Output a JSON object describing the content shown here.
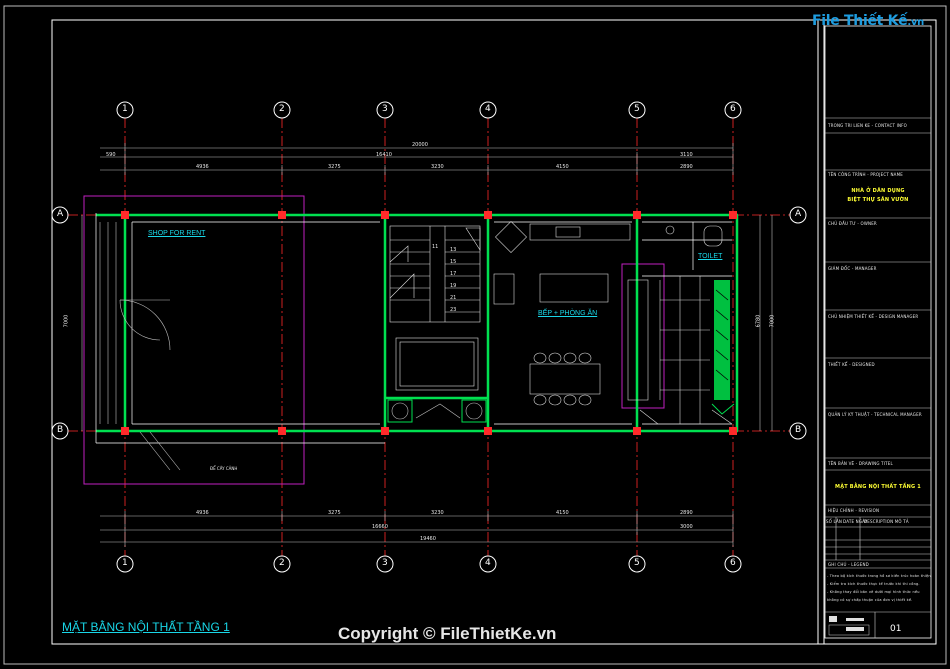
{
  "branding": {
    "logo_text": "File Thiết Kế",
    "logo_suffix": ".vn"
  },
  "footer": {
    "copyright": "Copyright © FileThietKe.vn",
    "sheet_title": "MẶT BẰNG NỘI THẤT TẦNG 1"
  },
  "rooms": {
    "shop": "SHOP FOR RENT",
    "kitchen": "BẾP + PHÒNG ĂN",
    "toilet": "TOILET",
    "porch_note": "ĐỂ CÂY CẢNH"
  },
  "grid": {
    "columns": [
      "1",
      "2",
      "3",
      "4",
      "5",
      "6"
    ],
    "rows": [
      "A",
      "B"
    ]
  },
  "dimensions": {
    "top_total": "20000",
    "top_sub": "16410",
    "top_sub2": "3110",
    "top_left": "590",
    "top_segments": [
      "4936",
      "3275",
      "3230",
      "4150",
      "2890"
    ],
    "bottom_segments": [
      "4936",
      "3275",
      "3230",
      "4150",
      "2890"
    ],
    "bottom_sub": "16660",
    "bottom_sub2": "3000",
    "bottom_total": "19460",
    "left_depth": "7000",
    "right_depth": "6780",
    "right_depth2": "7000"
  },
  "stairs": [
    "11",
    "13",
    "15",
    "17",
    "19",
    "21",
    "23"
  ],
  "title_block": {
    "company": "TRONG TRI LIEN KE - CONTACT INFO",
    "project_label": "TÊN CÔNG TRÌNH - PROJECT NAME",
    "project_name_1": "NHÀ Ở DÂN DỤNG",
    "project_name_2": "BIỆT THỰ SÂN VƯỜN",
    "owner": "CHỦ ĐẦU TƯ - OWNER",
    "manager": "GIÁM ĐỐC - MANAGER",
    "design_manager": "CHỦ NHIỆM THIẾT KẾ - DESIGN MANAGER",
    "designer": "THIẾT KẾ - DESIGNED",
    "tech_manager": "QUẢN LÝ KỸ THUẬT - TECHNICAL MANAGER",
    "drawing_label": "TÊN BẢN VẼ - DRAWING TITEL",
    "drawing_name": "MẶT BẰNG NỘI THẤT TẦNG 1",
    "revision": "HIỆU CHỈNH - REVISION",
    "rev_headers": [
      "SỐ LẦN",
      "DATE NGÀY",
      "DESCRIPTION MÔ TẢ"
    ],
    "legend": "GHI CHÚ - LEGEND",
    "notes": [
      "- Theo bộ kích thước trong hồ sơ kiến trúc hoàn thiện.",
      "- Kiểm tra kích thước thực tế trước khi thi công.",
      "- Không thay đổi bản vẽ dưới mọi hình thức nếu",
      "  không có sự chấp thuận của đơn vị thiết kế."
    ],
    "sheet_no": "01"
  },
  "colors": {
    "grid_line": "#ff2a2a",
    "wall": "#00e050",
    "magenta": "#c020c0",
    "cyan": "#19d7e8",
    "yellow": "#ffff33"
  }
}
